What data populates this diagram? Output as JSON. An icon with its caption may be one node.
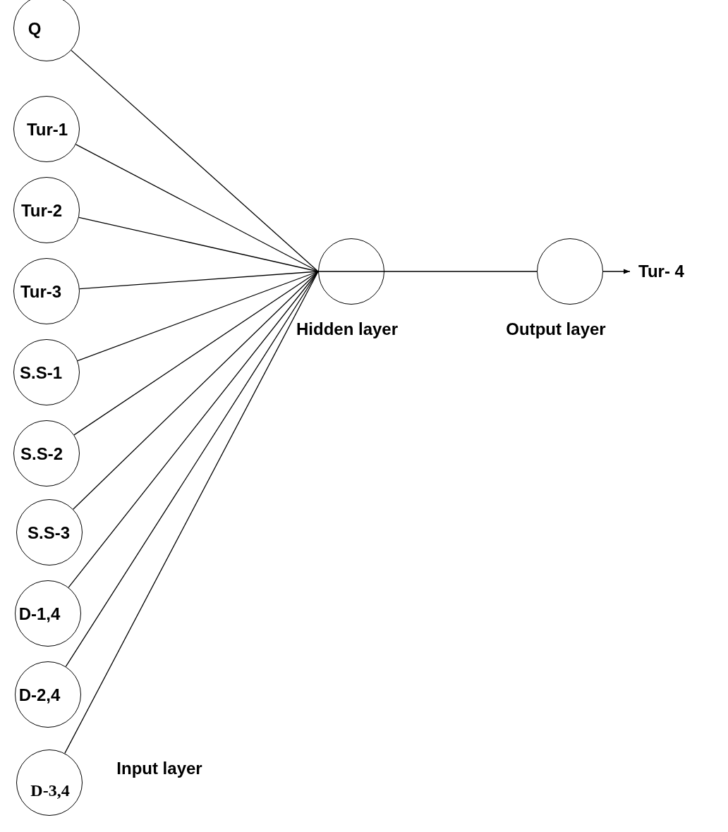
{
  "diagram": {
    "nodes": [
      {
        "text": [
          "Q"
        ]
      },
      {
        "text": [
          "Tur-1"
        ]
      },
      {
        "text": [
          "Tur-2"
        ]
      },
      {
        "text": [
          "Tur-3"
        ]
      },
      {
        "text": [
          "S.S-1"
        ]
      },
      {
        "text": [
          "S.S-2"
        ]
      },
      {
        "text": [
          "S.S-3"
        ]
      },
      {
        "text": [
          "D-1,4"
        ]
      },
      {
        "text": [
          "D-2,4"
        ]
      },
      {
        "text": [
          "D-3,4"
        ],
        "beside": [
          "Input layer"
        ]
      },
      {
        "text": [],
        "shape": "circle",
        "beside": [
          "Hidden layer"
        ]
      },
      {
        "text": [],
        "shape": "circle",
        "beside": [
          "Output layer"
        ]
      },
      {
        "text": [
          "Tur- 4"
        ]
      }
    ],
    "edges": [
      {
        "from": 0,
        "to": 10,
        "arrow": "none"
      },
      {
        "from": 1,
        "to": 10,
        "arrow": "none"
      },
      {
        "from": 2,
        "to": 10,
        "arrow": "none"
      },
      {
        "from": 3,
        "to": 10,
        "arrow": "none"
      },
      {
        "from": 4,
        "to": 10,
        "arrow": "none"
      },
      {
        "from": 5,
        "to": 10,
        "arrow": "none"
      },
      {
        "from": 6,
        "to": 10,
        "arrow": "none"
      },
      {
        "from": 7,
        "to": 10,
        "arrow": "none"
      },
      {
        "from": 8,
        "to": 10,
        "arrow": "none"
      },
      {
        "from": 9,
        "to": 10,
        "arrow": "none"
      },
      {
        "from": 10,
        "to": 11,
        "arrow": "none"
      },
      {
        "from": 11,
        "to": 12,
        "arrow": "to"
      }
    ]
  }
}
